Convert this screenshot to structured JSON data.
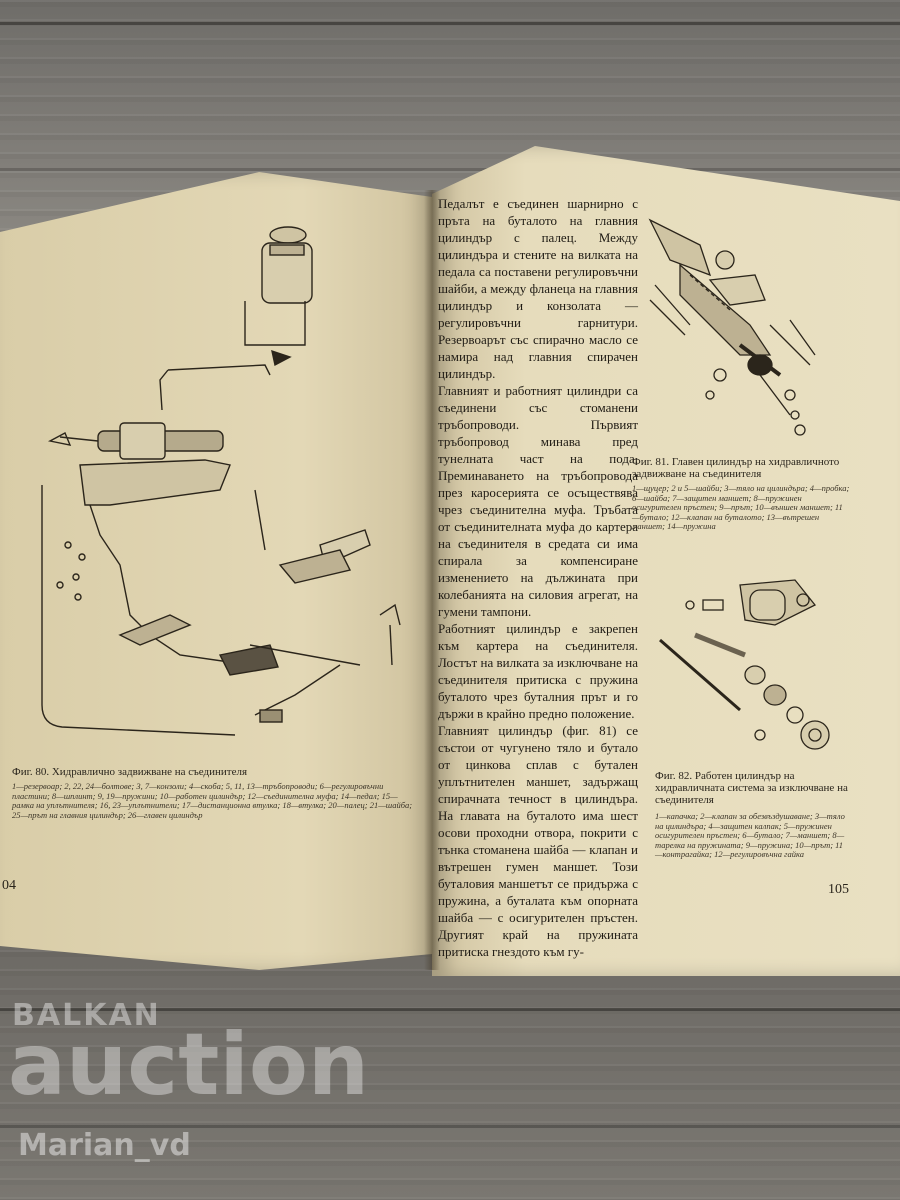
{
  "left_page": {
    "figure_caption": "Фиг. 80. Хидравлично задвижване на съединителя",
    "legend": "1—резервоар; 2, 22, 24—болтове; 3, 7—конзоли; 4—скоба; 5, 11, 13—тръбопроводи; 6—регулировъчни пластини; 8—шплинт; 9, 19—пружини; 10—работен цилиндър; 12—съединителна муфа; 14—педал; 15—рамка на уплътнителя; 16, 23—уплътнители; 17—дистанционна втулка; 18—втулка; 20—палец; 21—шайба; 25—прът на главния цилиндър; 26—главен цилиндър",
    "page_number": "04"
  },
  "right_page": {
    "body_text": [
      "Педалът е съединен шарнирно с пръта на буталото на главния цилиндър с палец. Между цилиндъра и стените на вилката на педала са поставени регулировъчни шайби, а между фланеца на главния цилиндър и конзолата — регулировъчни гарнитури. Резервоарът със спирачно масло се намира над главния спирачен цилиндър.",
      "Главният и работният цилиндри са съединени със стоманени тръбопроводи. Първият тръбопровод минава пред тунелната част на пода. Преминаването на тръбопровода през каросерията се осъществява чрез съединителна муфа. Тръбата от съединителната муфа до картера на съединителя в средата си има спирала за компенсиране изменението на дължината при колебанията на силовия агрегат, на гумени тампони.",
      "Работният цилиндър е закрепен към картера на съединителя. Лостът на вилката за изключване на съединителя притиска с пружина буталото чрез буталния прът и го държи в крайно предно положение.",
      "Главният цилиндър (фиг. 81) се състои от чугунено тяло и бутало от цинкова сплав с бутален уплътнителен маншет, задържащ спирачната течност в цилиндъра. На главата на буталото има шест осови проходни отвора, покрити с тънка стоманена шайба — клапан и вътрешен гумен маншет. Този буталовия маншетът се придържа с пружина, а буталата към опорната шайба — с осигурителен пръстен. Другият край на пружината притиска гнездото към гу-"
    ],
    "fig81_caption": "Фиг. 81. Главен цилиндър на хидравличното задвижване на съединителя",
    "fig81_legend": "1—щуцер; 2 и 5—шайби; 3—тяло на цилиндъра; 4—пробка; 6—шайба; 7—защитен маншет; 8—пружинен осигурителен пръстен; 9—прът; 10—външен маншет; 11—бутало; 12—клапан на буталото; 13—вътрешен маншет; 14—пружина",
    "fig82_caption": "Фиг. 82. Работен цилиндър на хидравличната система за изключване на съединителя",
    "fig82_legend": "1—капачка; 2—клапан за обезвъздушаване; 3—тяло на цилиндъра; 4—защитен калпак; 5—пружинен осигурителен пръстен; 6—бутало; 7—маншет; 8—тарелка на пружината; 9—пружина; 10—прът; 11—контрагайка; 12—регулировъчна гайка",
    "page_number": "105"
  },
  "watermark": {
    "line1": "BALKAN",
    "line2": "auction",
    "line3": "Marian_vd"
  },
  "colors": {
    "paper": "#e6dcbc",
    "ink": "#1f1b14",
    "wood": "#7d7a74"
  }
}
